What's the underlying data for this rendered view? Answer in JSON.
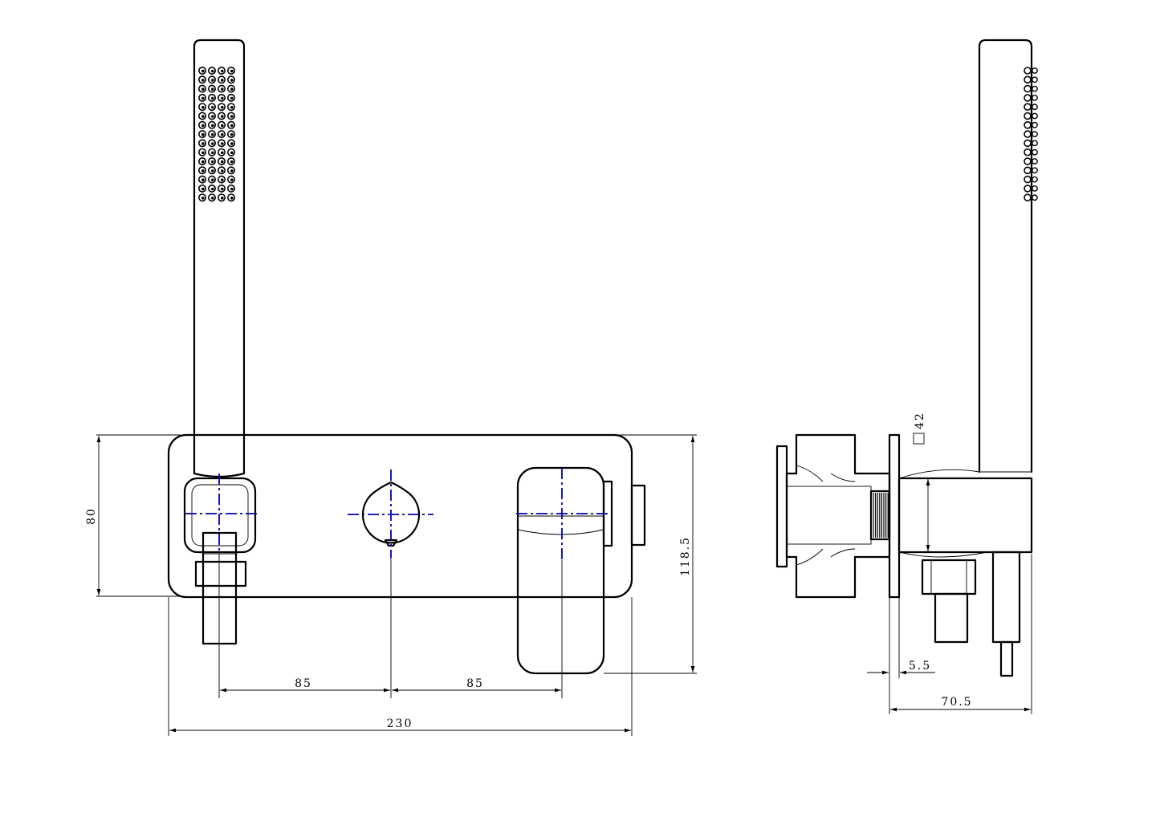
{
  "dimensions": {
    "height_front": "80",
    "height_total": "118.5",
    "spacing_left": "85",
    "spacing_right": "85",
    "width_total": "230",
    "plate_square": "42",
    "plate_offset": "5.5",
    "depth_total": "70.5"
  },
  "colors": {
    "line": "#000000",
    "centerline": "#0000a8"
  }
}
